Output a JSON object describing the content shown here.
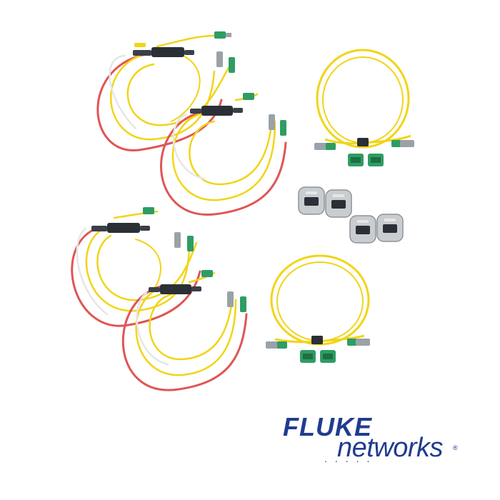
{
  "brand": {
    "line1": "FLUKE",
    "line2": "networks",
    "dots": ".....",
    "registered": "®",
    "color": "#1f3c8f"
  },
  "colors": {
    "fiber_yellow": "#f2d417",
    "fiber_red": "#e05555",
    "fiber_white": "#e6e6e6",
    "connector_green": "#2e9d63",
    "connector_gray": "#9aa2a8",
    "housing_dark": "#2b2f36"
  },
  "items": {
    "splitter_cords": 4,
    "patch_cords": 2,
    "adapters": 4,
    "dust_caps": 4
  },
  "icons": [
    "splitter-cord-icon",
    "patch-cord-icon",
    "bulkhead-adapter-icon",
    "dust-cap-icon"
  ]
}
